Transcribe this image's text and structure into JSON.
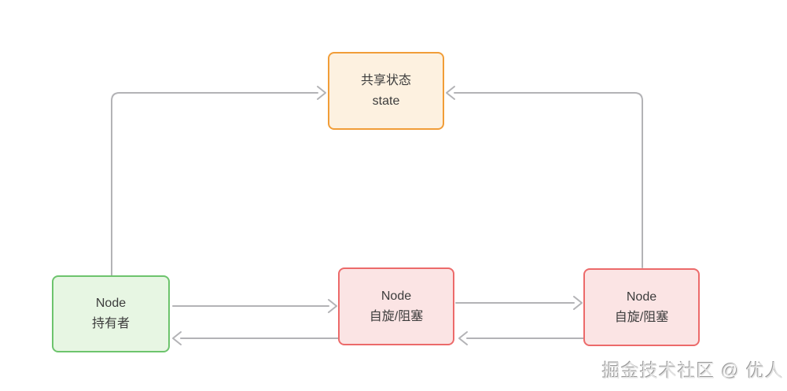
{
  "colors": {
    "canvas-bg": "#ffffff",
    "arrow": "#b3b3b6",
    "text": "#3c3c3c",
    "state-border": "#f19d38",
    "state-fill": "#fdf1e0",
    "holder-border": "#6dc46d",
    "holder-fill": "#e7f6e3",
    "spin-border": "#ec6a6a",
    "spin-fill": "#fbe4e4",
    "watermark": "#e3e3e3"
  },
  "nodes": {
    "state": {
      "line1": "共享状态",
      "line2": "state"
    },
    "holder": {
      "line1": "Node",
      "line2": "持有者"
    },
    "spin_middle": {
      "line1": "Node",
      "line2": "自旋/阻塞"
    },
    "spin_right": {
      "line1": "Node",
      "line2": "自旋/阻塞"
    }
  },
  "edges": [
    {
      "from": "node-holder",
      "to": "shared-state"
    },
    {
      "from": "node-spin-right",
      "to": "shared-state"
    },
    {
      "from": "node-holder",
      "to": "node-spin-middle"
    },
    {
      "from": "node-spin-middle",
      "to": "node-holder"
    },
    {
      "from": "node-spin-middle",
      "to": "node-spin-right"
    },
    {
      "from": "node-spin-right",
      "to": "node-spin-middle"
    }
  ],
  "watermark": {
    "text": "掘金技术社区 @ 优人"
  }
}
